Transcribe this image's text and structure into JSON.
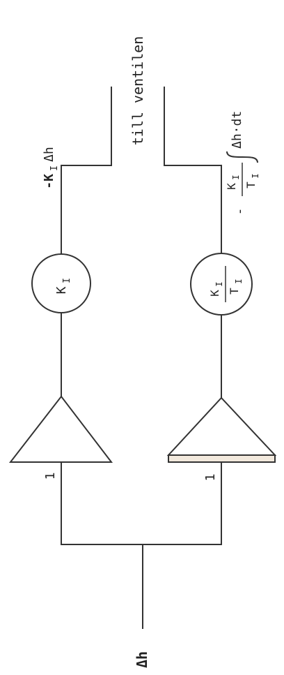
{
  "input_label": "Δh",
  "gain_top": "1",
  "gain_bottom": "1",
  "prop_block": {
    "main": "K",
    "sub": "I"
  },
  "int_block": {
    "num_main": "K",
    "num_sub": "I",
    "den_main": "T",
    "den_sub": "I"
  },
  "output_prop": {
    "prefix": "-K",
    "sub": "I",
    "suffix": "Δh"
  },
  "output_int": {
    "sign": "-",
    "num_main": "K",
    "num_sub": "I",
    "den_main": "T",
    "den_sub": "I",
    "integrand": "Δh·dt"
  },
  "destination": "till ventilen",
  "colors": {
    "line": "#333333",
    "text": "#222222",
    "bar": "#f2e9dd"
  }
}
